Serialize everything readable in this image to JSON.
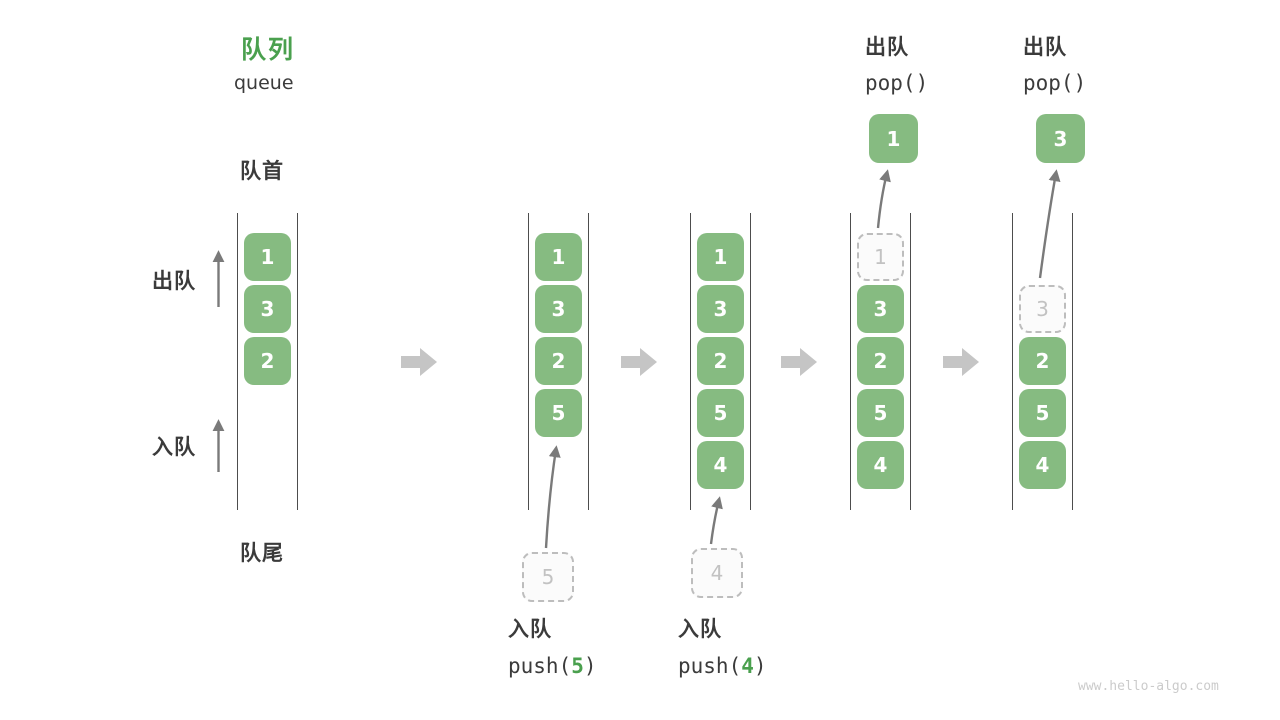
{
  "title": {
    "zh": "队列",
    "en": "queue"
  },
  "side_labels": {
    "front": "队首",
    "rear": "队尾",
    "dequeue": "出队",
    "enqueue": "入队"
  },
  "colors": {
    "box_green": "#86bb81",
    "accent_green": "#4aa04e",
    "text_dark": "#3b3b3b",
    "ghost_border": "#bdbdbd",
    "ghost_text": "#c2c2c2",
    "block_arrow": "#c5c5c5",
    "thin_arrow": "#7a7a7a",
    "rail": "#4d4d4d",
    "watermark_text": "#cbcbcb"
  },
  "queues": [
    {
      "name": "initial",
      "slots": [
        {
          "slot": 0,
          "value": "1",
          "kind": "solid"
        },
        {
          "slot": 1,
          "value": "3",
          "kind": "solid"
        },
        {
          "slot": 2,
          "value": "2",
          "kind": "solid"
        }
      ]
    },
    {
      "name": "after-push-5",
      "slots": [
        {
          "slot": 0,
          "value": "1",
          "kind": "solid"
        },
        {
          "slot": 1,
          "value": "3",
          "kind": "solid"
        },
        {
          "slot": 2,
          "value": "2",
          "kind": "solid"
        },
        {
          "slot": 3,
          "value": "5",
          "kind": "solid"
        }
      ],
      "incoming": {
        "value": "5"
      },
      "op": {
        "zh": "入队",
        "code_prefix": "push(",
        "code_arg": "5",
        "code_suffix": ")"
      }
    },
    {
      "name": "after-push-4",
      "slots": [
        {
          "slot": 0,
          "value": "1",
          "kind": "solid"
        },
        {
          "slot": 1,
          "value": "3",
          "kind": "solid"
        },
        {
          "slot": 2,
          "value": "2",
          "kind": "solid"
        },
        {
          "slot": 3,
          "value": "5",
          "kind": "solid"
        },
        {
          "slot": 4,
          "value": "4",
          "kind": "solid"
        }
      ],
      "incoming": {
        "value": "4"
      },
      "op": {
        "zh": "入队",
        "code_prefix": "push(",
        "code_arg": "4",
        "code_suffix": ")"
      }
    },
    {
      "name": "after-pop-1",
      "slots": [
        {
          "slot": 0,
          "value": "1",
          "kind": "ghost"
        },
        {
          "slot": 1,
          "value": "3",
          "kind": "solid"
        },
        {
          "slot": 2,
          "value": "2",
          "kind": "solid"
        },
        {
          "slot": 3,
          "value": "5",
          "kind": "solid"
        },
        {
          "slot": 4,
          "value": "4",
          "kind": "solid"
        }
      ],
      "outgoing": {
        "value": "1"
      },
      "op": {
        "zh": "出队",
        "code_prefix": "pop()",
        "code_arg": "",
        "code_suffix": ""
      }
    },
    {
      "name": "after-pop-3",
      "slots": [
        {
          "slot": 1,
          "value": "3",
          "kind": "ghost"
        },
        {
          "slot": 2,
          "value": "2",
          "kind": "solid"
        },
        {
          "slot": 3,
          "value": "5",
          "kind": "solid"
        },
        {
          "slot": 4,
          "value": "4",
          "kind": "solid"
        }
      ],
      "outgoing": {
        "value": "3"
      },
      "op": {
        "zh": "出队",
        "code_prefix": "pop()",
        "code_arg": "",
        "code_suffix": ""
      }
    }
  ],
  "watermark": "www.hello-algo.com"
}
